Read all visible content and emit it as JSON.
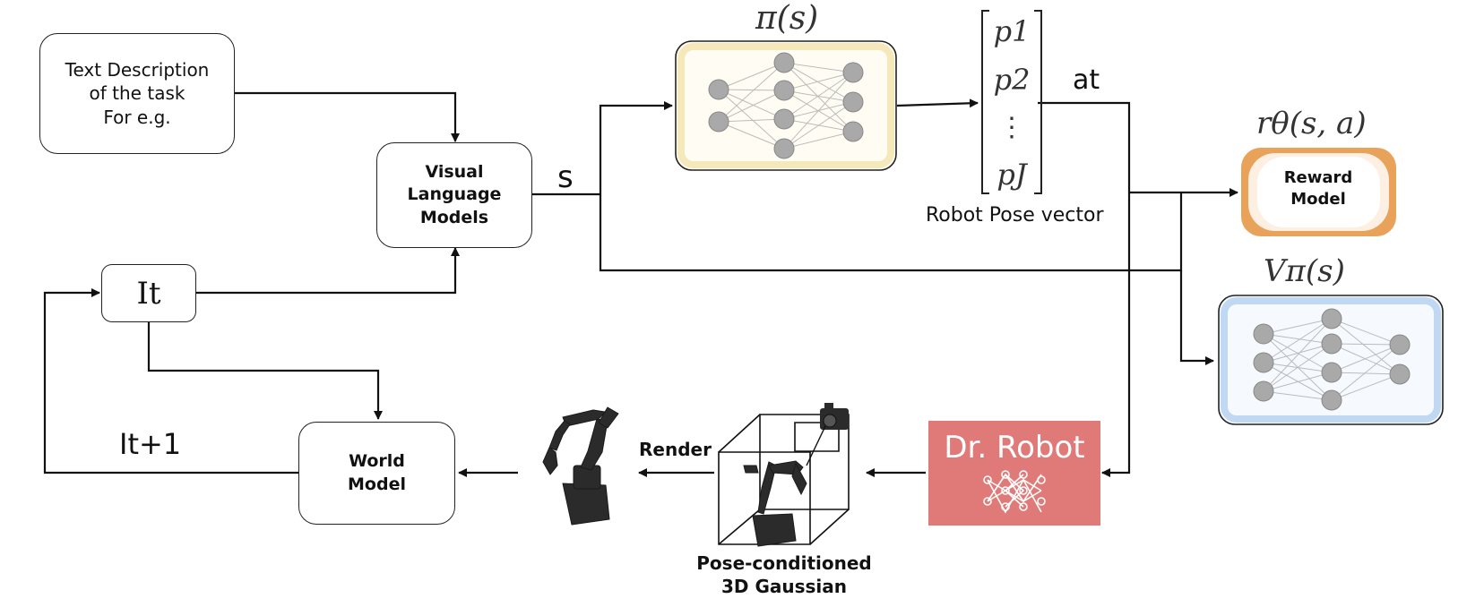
{
  "text_box": {
    "label": "Text Description\nof the task\nFor e.g."
  },
  "vlm_box": {
    "label": "Visual\nLanguage\nModels"
  },
  "state_label": "s",
  "policy_label": "π(s)",
  "pose_vector": {
    "entries": [
      "p1",
      "p2",
      "⋮",
      "pJ"
    ],
    "caption": "Robot Pose vector"
  },
  "action_label": "at",
  "reward": {
    "title": "rθ(s, a)",
    "label": "Reward\nModel",
    "glow_color": "#e8a25a"
  },
  "value": {
    "title": "Vπ(s)",
    "glow_color": "#a9c9ec"
  },
  "image_t": "It",
  "image_t1": "It+1",
  "world_model": {
    "label": "World\nModel"
  },
  "render_label": "Render",
  "gaussian_label": "Pose-conditioned\n3D Gaussian",
  "dr_robot": {
    "label": "Dr. Robot",
    "color": "#e07a78"
  },
  "policy_glow_color": "#f2e2ab"
}
